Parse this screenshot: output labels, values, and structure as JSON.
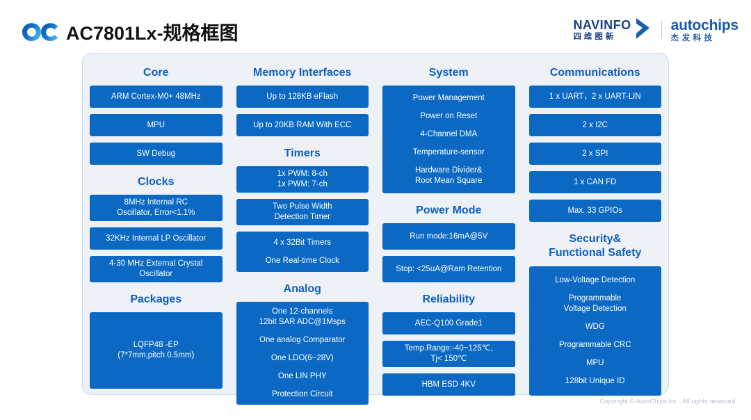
{
  "header": {
    "logo_name": "OC",
    "title": "AC7801Lx-规格框图",
    "navinfo_en": "NAVINFO",
    "navinfo_cn": "四维图新",
    "autochips_en": "autochips",
    "autochips_cn": "杰发科技"
  },
  "footer": {
    "copyright": "Copyright © AutoChips Inc . All rights reserved."
  },
  "colors": {
    "box_blue": "#0b69c4",
    "heading_blue": "#0b5fc2",
    "panel_bg": "#eef1f6",
    "panel_border": "#c8dbf0"
  },
  "columns": [
    {
      "id": "core",
      "sections": [
        {
          "heading": "Core",
          "boxes": [
            {
              "lines": [
                "ARM Cortex-M0+ 48MHz"
              ],
              "h": 32
            },
            {
              "lines": [
                "MPU"
              ],
              "h": 32
            },
            {
              "lines": [
                "SW Debug"
              ],
              "h": 32
            }
          ]
        },
        {
          "heading": "Clocks",
          "boxes": [
            {
              "lines": [
                "8MHz Internal RC",
                "Oscillator, Error<1.1%"
              ],
              "h": 38
            },
            {
              "lines": [
                "32KHz Internal LP Oscillator"
              ],
              "h": 32
            },
            {
              "lines": [
                "4-30 MHz External Crystal",
                "Oscillator"
              ],
              "h": 38
            }
          ]
        },
        {
          "heading": "Packages",
          "boxes": [
            {
              "lines": [
                "LQFP48 -EP",
                "(7*7mm,pitch 0.5mm)"
              ],
              "h": 110
            }
          ]
        }
      ]
    },
    {
      "id": "memory",
      "sections": [
        {
          "heading": "Memory Interfaces",
          "boxes": [
            {
              "lines": [
                "Up to 128KB eFlash"
              ],
              "h": 32
            },
            {
              "lines": [
                "Up to 20KB RAM With ECC"
              ],
              "h": 32
            }
          ]
        },
        {
          "heading": "Timers",
          "boxes": [
            {
              "lines": [
                "1x PWM: 8-ch",
                "1x PWM: 7-ch"
              ],
              "h": 38
            },
            {
              "lines": [
                "Two Pulse Width",
                "Detection Timer"
              ],
              "h": 38
            },
            {
              "lines": [
                "4 x 32Bit Timers",
                "",
                "One Real-time Clock"
              ],
              "h": 58
            }
          ]
        },
        {
          "heading": "Analog",
          "boxes": [
            {
              "lines": [
                "One 12-channels",
                "12bit SAR ADC@1Msps",
                "",
                "One analog Comparator",
                "",
                "One LDO(6~28V)",
                "",
                "One LIN PHY",
                "",
                "Protection Circuit"
              ],
              "h": 148
            }
          ]
        }
      ]
    },
    {
      "id": "system",
      "sections": [
        {
          "heading": "System",
          "boxes": [
            {
              "lines": [
                "Power Management",
                "",
                "Power on Reset",
                "",
                "4-Channel DMA",
                "",
                "Temperature-sensor",
                "",
                "Hardware Divider&",
                "Root Mean Square"
              ],
              "h": 155
            }
          ]
        },
        {
          "heading": "Power Mode",
          "boxes": [
            {
              "lines": [
                "Run mode:16mA@5V"
              ],
              "h": 38
            },
            {
              "lines": [
                "Stop: <25uA@Ram Retention"
              ],
              "h": 38
            }
          ]
        },
        {
          "heading": "Reliability",
          "boxes": [
            {
              "lines": [
                "AEC-Q100 Grade1"
              ],
              "h": 32
            },
            {
              "lines": [
                "Temp.Range:-40~125℃,",
                "Tj< 150℃"
              ],
              "h": 38
            },
            {
              "lines": [
                "HBM ESD  4KV"
              ],
              "h": 32
            }
          ]
        }
      ]
    },
    {
      "id": "communications",
      "sections": [
        {
          "heading": "Communications",
          "boxes": [
            {
              "lines": [
                "1 x UART，2 x UART-LIN"
              ],
              "h": 32
            },
            {
              "lines": [
                "2 x I2C"
              ],
              "h": 32
            },
            {
              "lines": [
                "2 x SPI"
              ],
              "h": 32
            },
            {
              "lines": [
                "1 x CAN FD"
              ],
              "h": 32
            },
            {
              "lines": [
                "Max. 33 GPIOs"
              ],
              "h": 32
            }
          ]
        },
        {
          "heading": "Security&\nFunctional Safety",
          "heading_lines": [
            "Security&",
            "Functional Safety"
          ],
          "boxes": [
            {
              "lines": [
                "Low-Voltage Detection",
                "",
                "Programmable",
                "Voltage Detection",
                "",
                "WDG",
                "",
                "Programmable CRC",
                "",
                "MPU",
                "",
                "128bit Unique ID"
              ],
              "h": 186
            }
          ]
        }
      ]
    }
  ]
}
